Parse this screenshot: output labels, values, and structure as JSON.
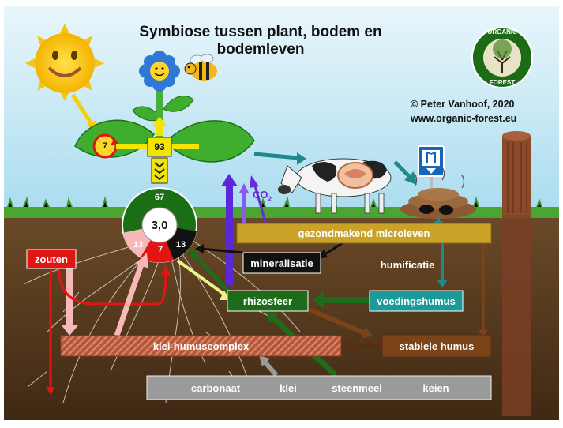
{
  "title": "Symbiose tussen plant, bodem en bodemleven",
  "credit": {
    "line1": "© Peter Vanhoof, 2020",
    "line2": "www.organic-forest.eu"
  },
  "logo": {
    "top_text": "ORGANIC",
    "bottom_text": "FOREST"
  },
  "plant": {
    "leaf_value": "7",
    "stem_value": "93",
    "root_value": "67"
  },
  "soil_circle": {
    "center": "3,0",
    "pink": "13",
    "red": "7",
    "black": "13"
  },
  "co2": {
    "text": "CO",
    "sub": "2"
  },
  "boxes": {
    "microlife": "gezondmakend microleven",
    "mineralization": "mineralisatie",
    "humification": "humificatie",
    "salts": "zouten",
    "rhizosphere": "rhizosfeer",
    "nutrient_humus": "voedingshumus",
    "clay_humus": "klei-humuscomplex",
    "stable_humus": "stabiele humus",
    "minerals": [
      "carbonaat",
      "klei",
      "steenmeel",
      "keien"
    ]
  },
  "colors": {
    "sky": "#c3e7f4",
    "soil": "#5a3c20",
    "microlife": "#c9a227",
    "rhizosphere": "#1e6b1a",
    "nutrient_humus": "#1a9a9a",
    "stable_humus": "#7a4418",
    "salts": "#e21414",
    "minerals": "#9a9a9a",
    "co2_arrow": "#6a2ad8"
  }
}
